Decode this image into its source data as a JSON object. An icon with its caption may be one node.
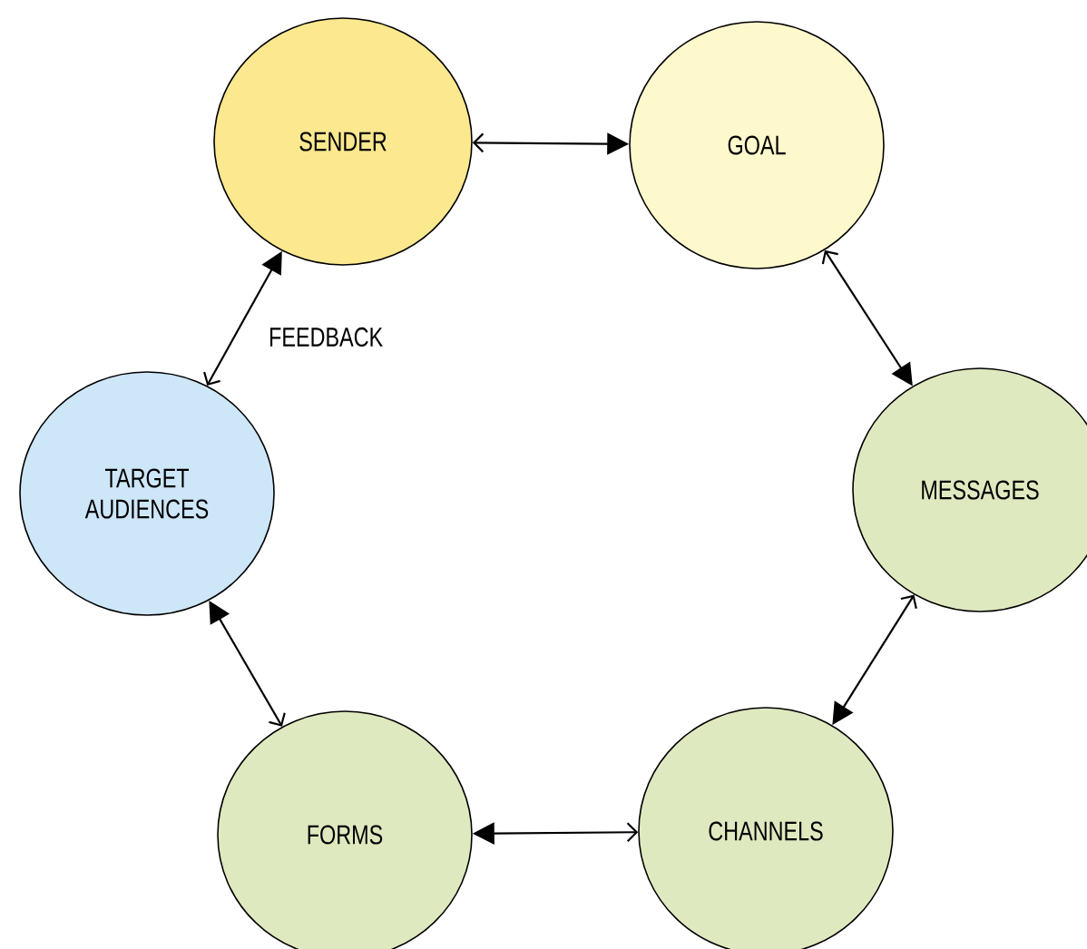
{
  "diagram": {
    "nodes": [
      {
        "text": [
          "SENDER"
        ]
      },
      {
        "text": [
          "GOAL"
        ]
      },
      {
        "text": [
          "MESSAGES"
        ]
      },
      {
        "text": [
          "CHANNELS"
        ]
      },
      {
        "text": [
          "FORMS"
        ]
      },
      {
        "text": [
          "TARGET AUDIENCES"
        ]
      }
    ],
    "edges": [
      {
        "from": 0,
        "to": 1,
        "arrow": "both"
      },
      {
        "from": 1,
        "to": 2,
        "arrow": "both"
      },
      {
        "from": 2,
        "to": 3,
        "arrow": "both"
      },
      {
        "from": 3,
        "to": 4,
        "arrow": "both"
      },
      {
        "from": 4,
        "to": 5,
        "arrow": "both"
      },
      {
        "from": 5,
        "to": 0,
        "arrow": "both",
        "label": "FEEDBACK"
      }
    ]
  }
}
